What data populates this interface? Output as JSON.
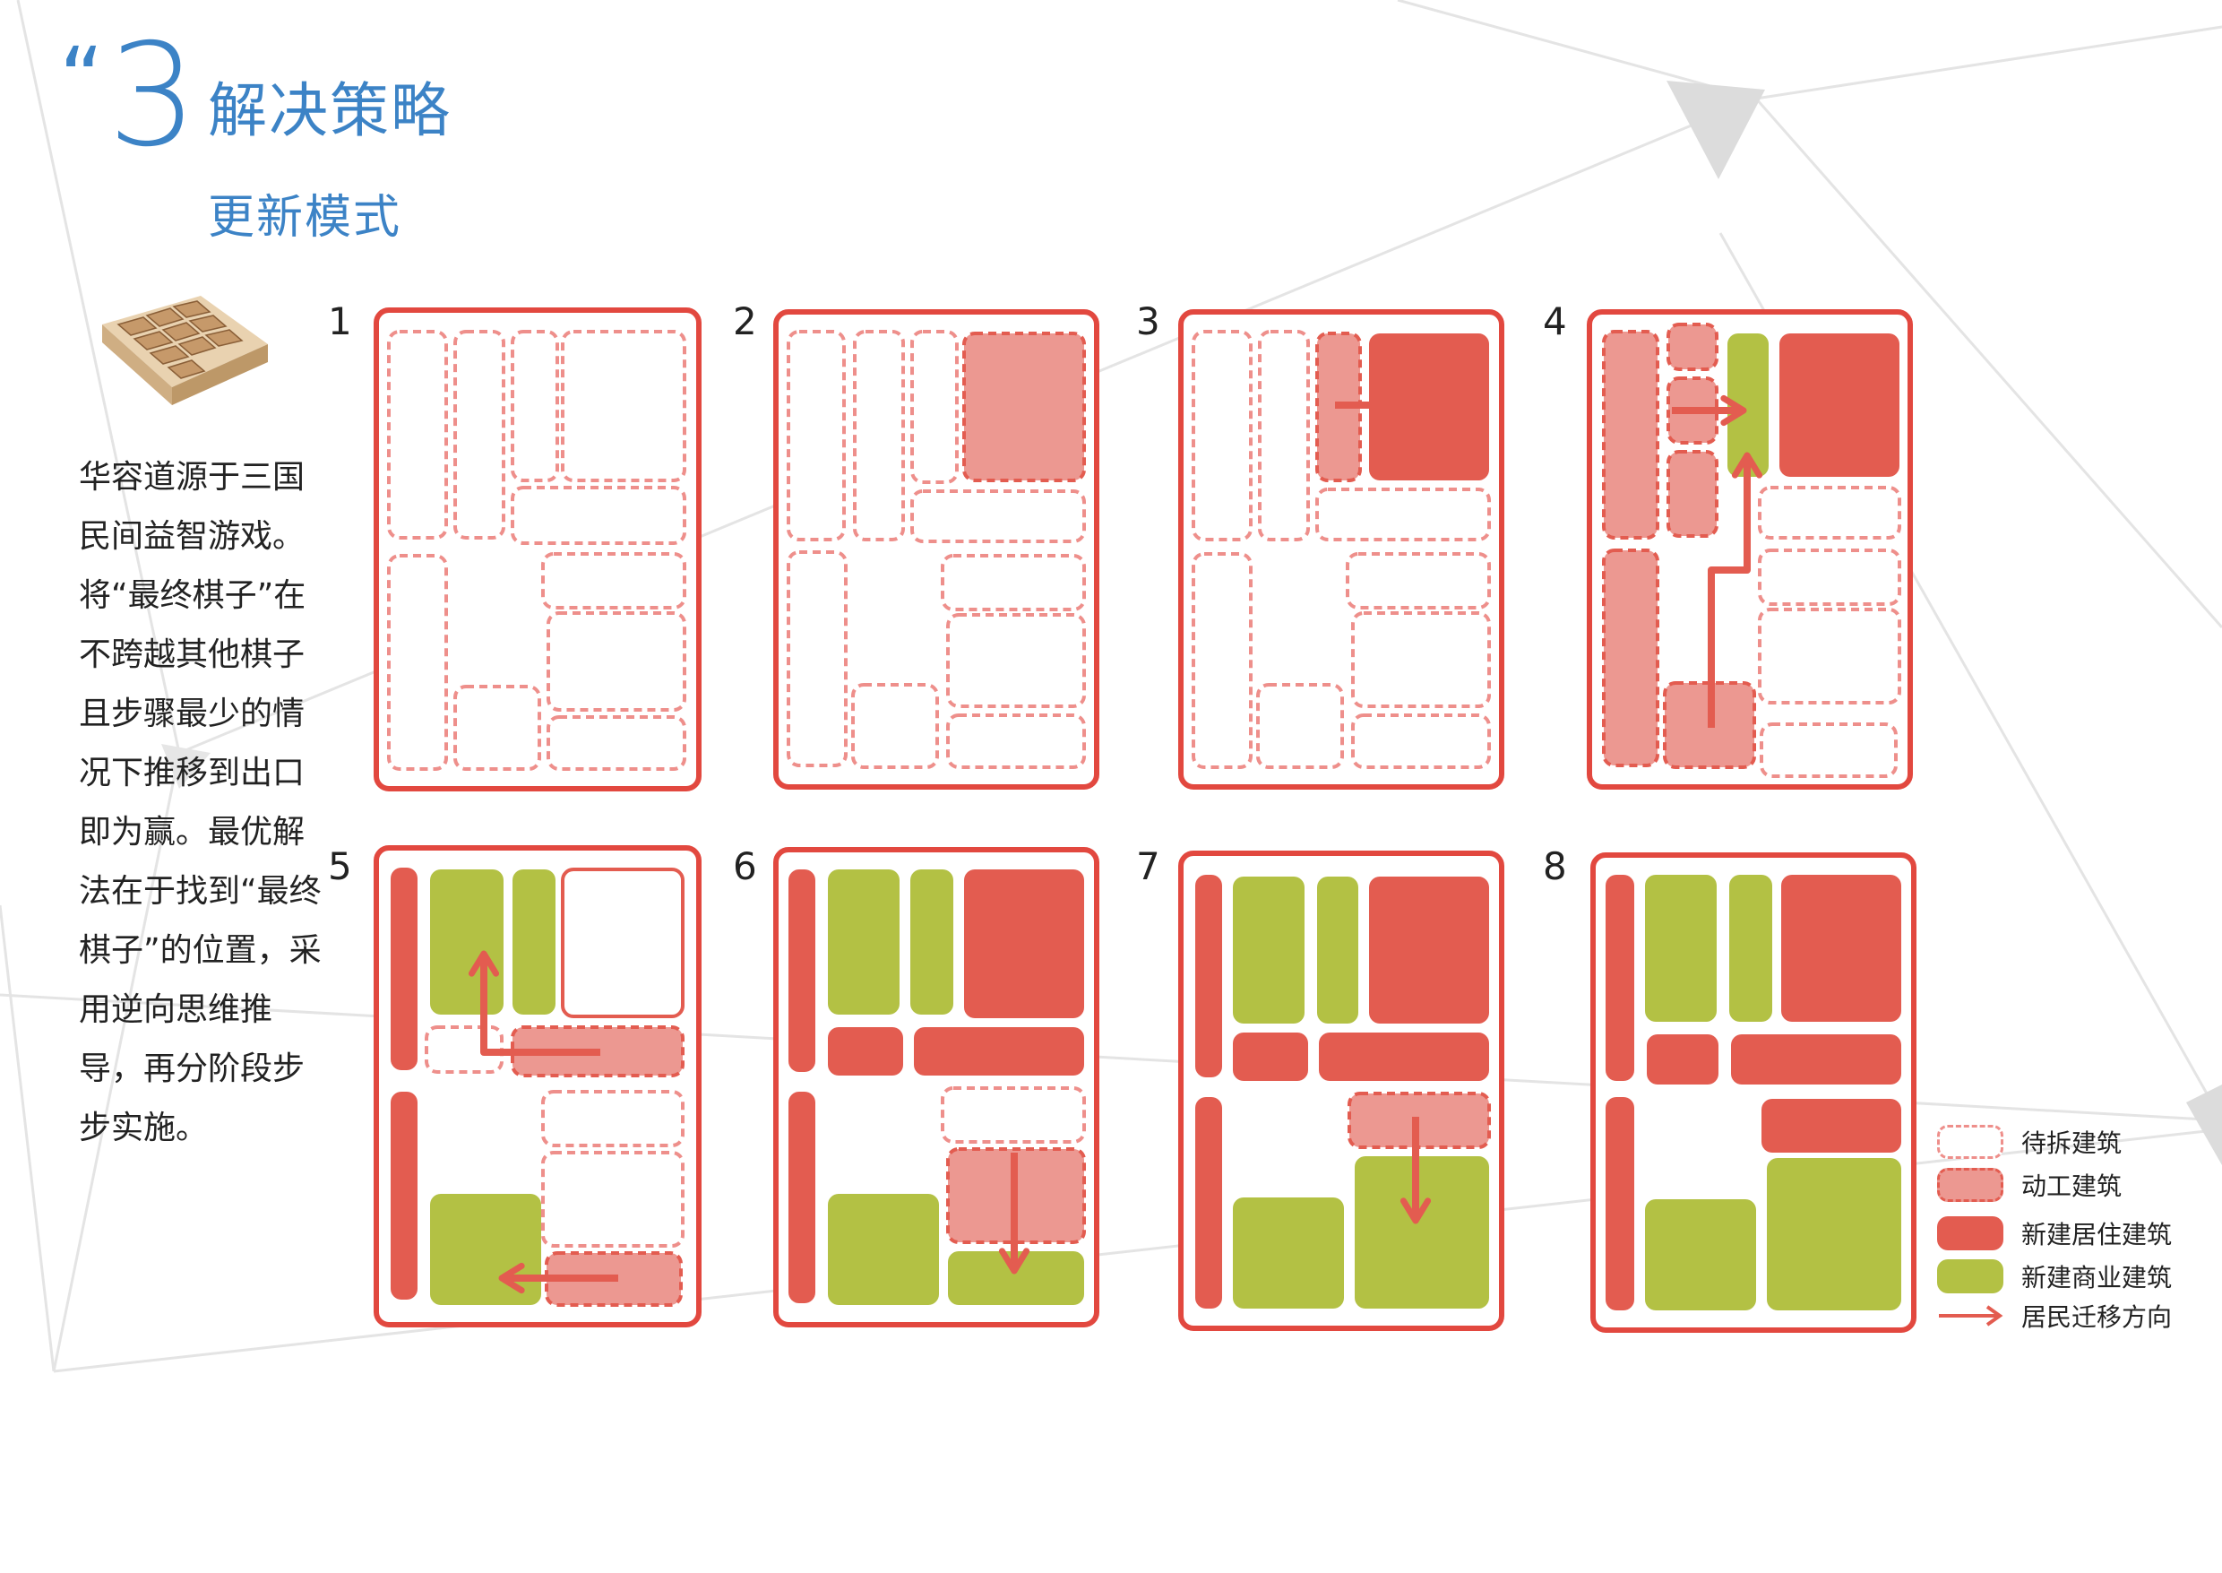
{
  "header": {
    "quote": "“",
    "number": "3",
    "title": "解决策略",
    "subtitle": "更新模式"
  },
  "intro_text": "华容道源于三国民间益智游戏。将“最终棋子”在不跨越其他棋子且步骤最少的情况下推移到出口即为赢。最优解法在于找到“最终棋子”的位置，采用逆向思维推导，再分阶段步步实施。",
  "panels": [
    {
      "label": "1"
    },
    {
      "label": "2"
    },
    {
      "label": "3"
    },
    {
      "label": "4"
    },
    {
      "label": "5"
    },
    {
      "label": "6"
    },
    {
      "label": "7"
    },
    {
      "label": "8"
    }
  ],
  "legend": [
    {
      "key": "demolish",
      "label": "待拆建筑"
    },
    {
      "key": "construct",
      "label": "动工建筑"
    },
    {
      "key": "residential",
      "label": "新建居住建筑"
    },
    {
      "key": "commercial",
      "label": "新建商业建筑"
    },
    {
      "key": "migration",
      "label": "居民迁移方向"
    }
  ],
  "colors": {
    "frame": "#e2483f",
    "demolish": "#ee8f8b",
    "construct": "#ec9891",
    "residential": "#e35c50",
    "commercial": "#b3c144",
    "migration": "#e35c50",
    "heading": "#3c83c6"
  },
  "icons": {
    "puzzle_photo": "huarong-puzzle-photo-icon",
    "arrow": "right-arrow-icon"
  }
}
